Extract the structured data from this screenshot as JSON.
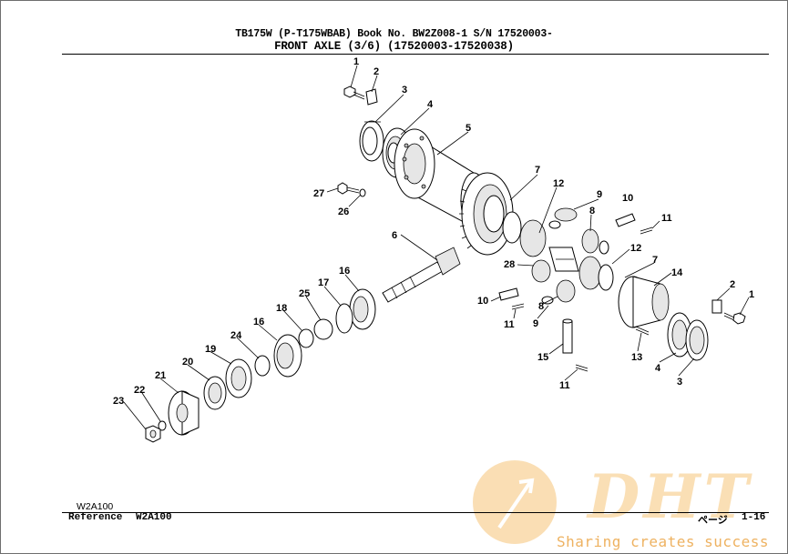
{
  "header": {
    "line1": "TB175W  (P-T175WBAB)  Book No. BW2Z008-1  S/N 17520003-",
    "line2": "FRONT AXLE (3/6) (17520003-17520038)"
  },
  "footer": {
    "ref_code_small": "W2A100",
    "reference_label": "Reference",
    "reference_code": "W2A100",
    "page_label": "ページ",
    "page_number": "1-16"
  },
  "watermark": {
    "logo_text": "DHT",
    "tagline": "Sharing creates success",
    "color": "#f6c478"
  },
  "callouts": [
    "1",
    "2",
    "3",
    "4",
    "5",
    "27",
    "26",
    "6",
    "7",
    "12",
    "9",
    "8",
    "10",
    "11",
    "12",
    "28",
    "7",
    "14",
    "2",
    "1",
    "10",
    "11",
    "8",
    "9",
    "15",
    "11",
    "13",
    "4",
    "3",
    "16",
    "17",
    "25",
    "18",
    "16",
    "24",
    "19",
    "20",
    "21",
    "22",
    "23"
  ]
}
